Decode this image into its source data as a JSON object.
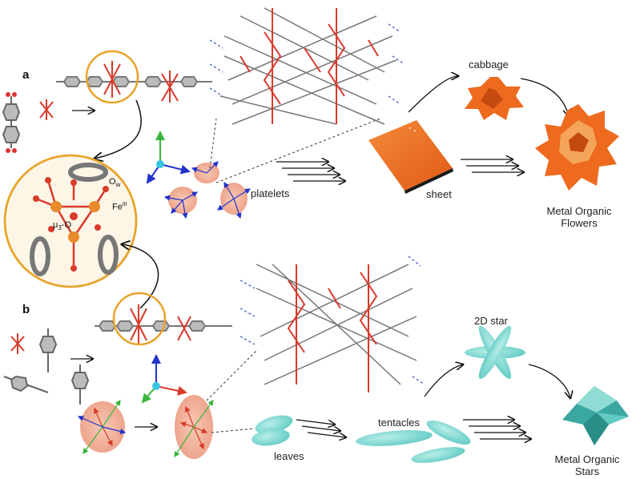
{
  "panels": {
    "a": "a",
    "b": "b"
  },
  "cluster_labels": {
    "ow": "O",
    "ow_sub": "w",
    "fe": "Fe",
    "fe_sup": "III",
    "mu": "μ",
    "mu_sub": "3",
    "mu_o": "-O"
  },
  "row_a": {
    "platelets": "platelets",
    "sheet": "sheet",
    "cabbage": "cabbage",
    "result_line1": "Metal Organic",
    "result_line2": "Flowers"
  },
  "row_b": {
    "leaves": "leaves",
    "tentacles": "tentacles",
    "star2d": "2D star",
    "result_line1": "Metal Organic",
    "result_line2": "Stars"
  },
  "colors": {
    "highlight_ring": "#e8a42a",
    "flower_orange": "#ee6a1f",
    "star_teal": "#5fc9c2",
    "platelet_pink": "#f3b39b",
    "axis_blue": "#2233cc",
    "axis_red": "#d93a2a",
    "axis_green": "#3ab43a"
  }
}
